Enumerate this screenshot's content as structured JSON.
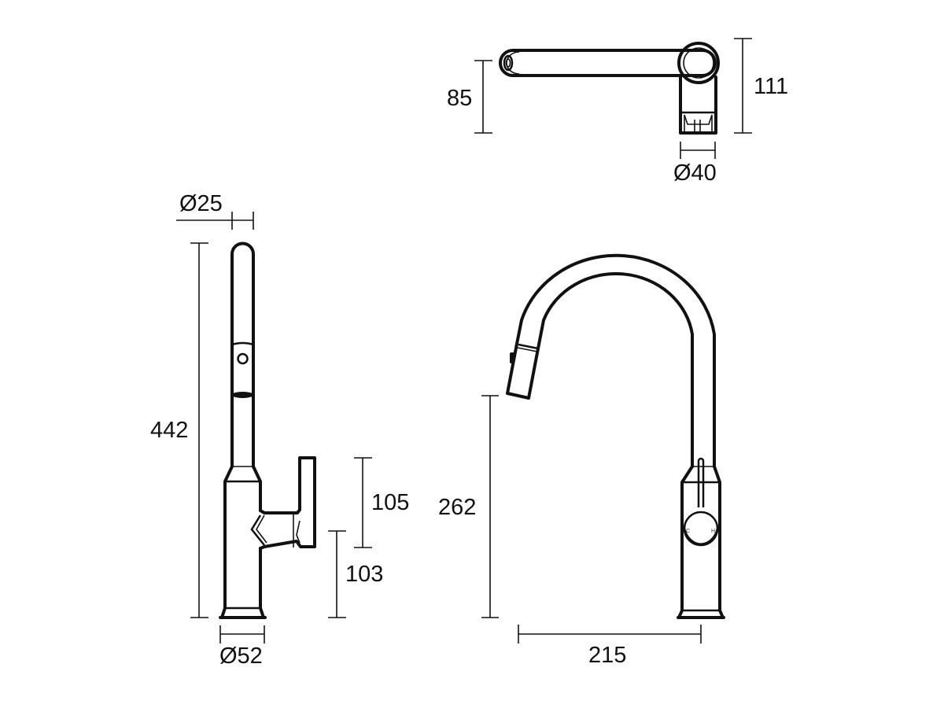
{
  "drawing": {
    "subject": "Pull-down kitchen mixer tap",
    "views": {
      "top_view": {
        "dimensions": {
          "spout_offset": "85",
          "overall_depth": "111",
          "base_diameter": "Ø40"
        }
      },
      "side_view": {
        "dimensions": {
          "spout_diameter": "Ø25",
          "overall_height": "442",
          "handle_height": "105",
          "handle_center_height": "103",
          "base_diameter": "Ø52"
        }
      },
      "front_view": {
        "dimensions": {
          "outlet_height": "262",
          "reach": "215"
        },
        "handle_markings": {
          "cold": "C",
          "hot": "H"
        }
      }
    },
    "colors": {
      "line": "#111111",
      "background": "#ffffff"
    }
  }
}
